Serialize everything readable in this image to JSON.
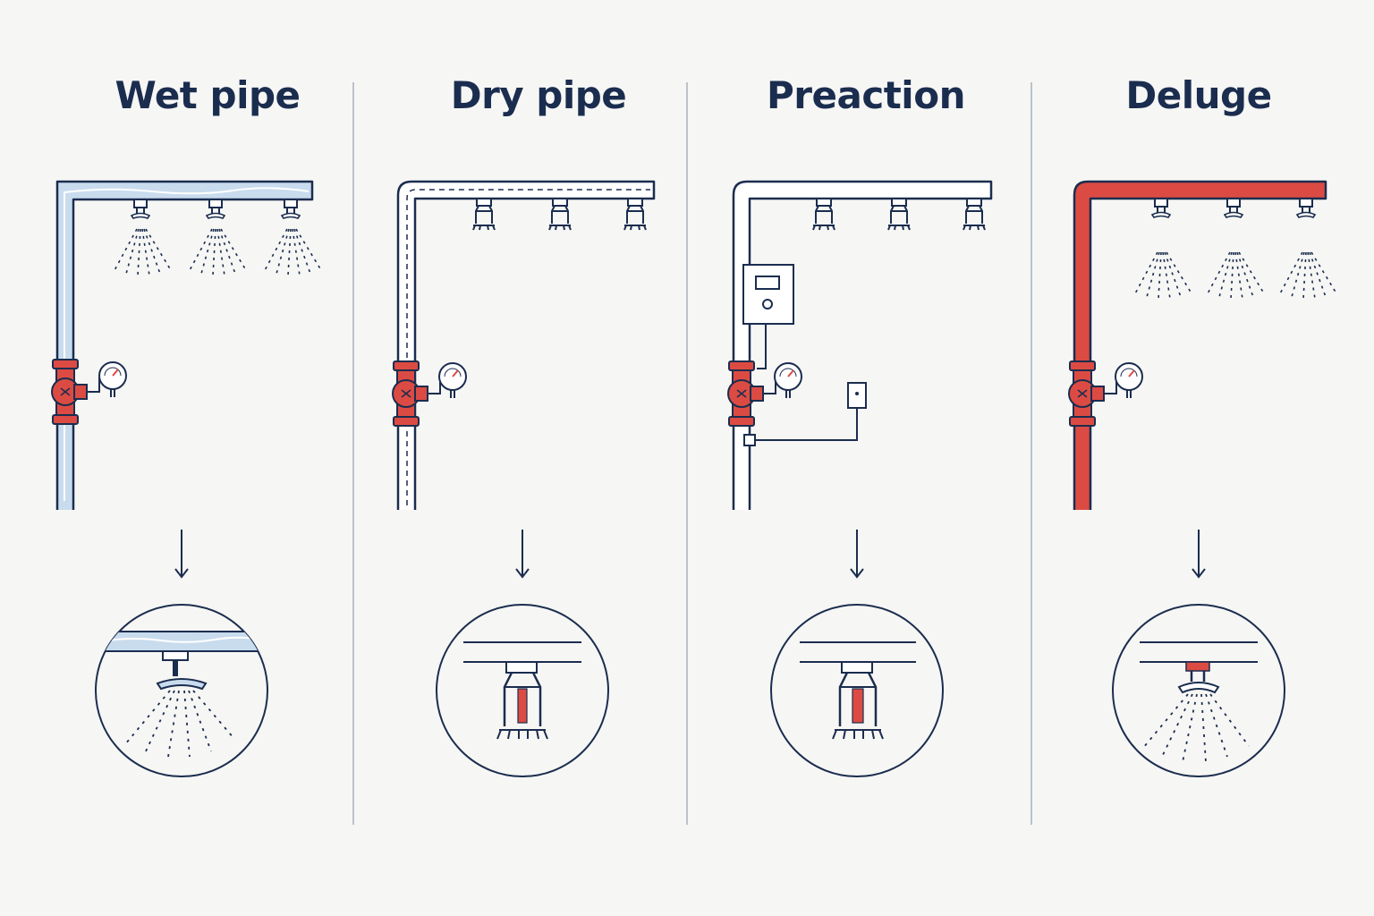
{
  "columns": [
    {
      "title": "Wet pipe"
    },
    {
      "title": "Dry pipe"
    },
    {
      "title": "Preaction"
    },
    {
      "title": "Deluge"
    }
  ],
  "colors": {
    "background": "#f6f6f4",
    "navy": "#1b2d4f",
    "red": "#dc4b43",
    "water": "#c9dcee",
    "divider": "#a9b0bb"
  },
  "icons": [
    "pipe",
    "sprinkler-head",
    "valve",
    "pressure-gauge",
    "control-panel",
    "detector",
    "arrow-down",
    "detail-circle",
    "water-spray"
  ]
}
